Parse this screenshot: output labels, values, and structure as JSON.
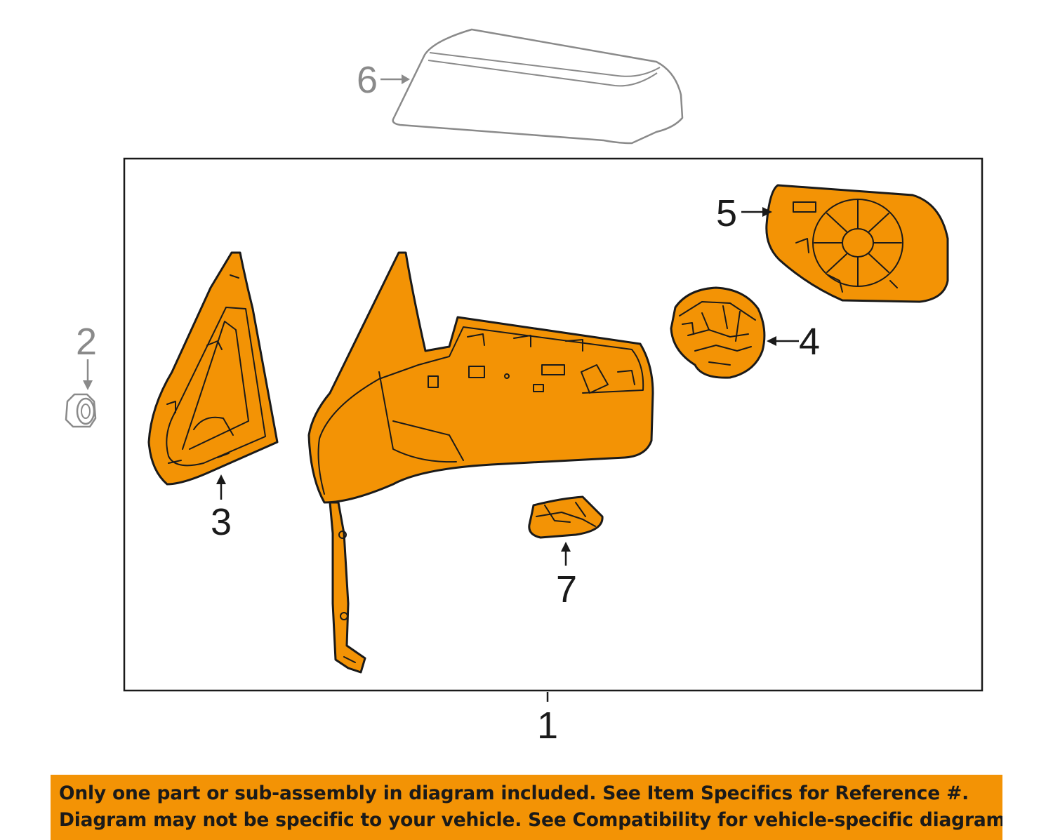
{
  "callouts": {
    "c1": "1",
    "c2": "2",
    "c3": "3",
    "c4": "4",
    "c5": "5",
    "c6": "6",
    "c7": "7"
  },
  "notice": {
    "line1": "Only one part or sub-assembly in diagram included. See Item Specifics for Reference #.",
    "line2": "Diagram may not be specific to your vehicle. See Compatibility for vehicle-specific diagrams."
  },
  "colors": {
    "highlight": "#f39305",
    "outline": "#1a1a1a",
    "not_included": "#8a8a8a"
  }
}
